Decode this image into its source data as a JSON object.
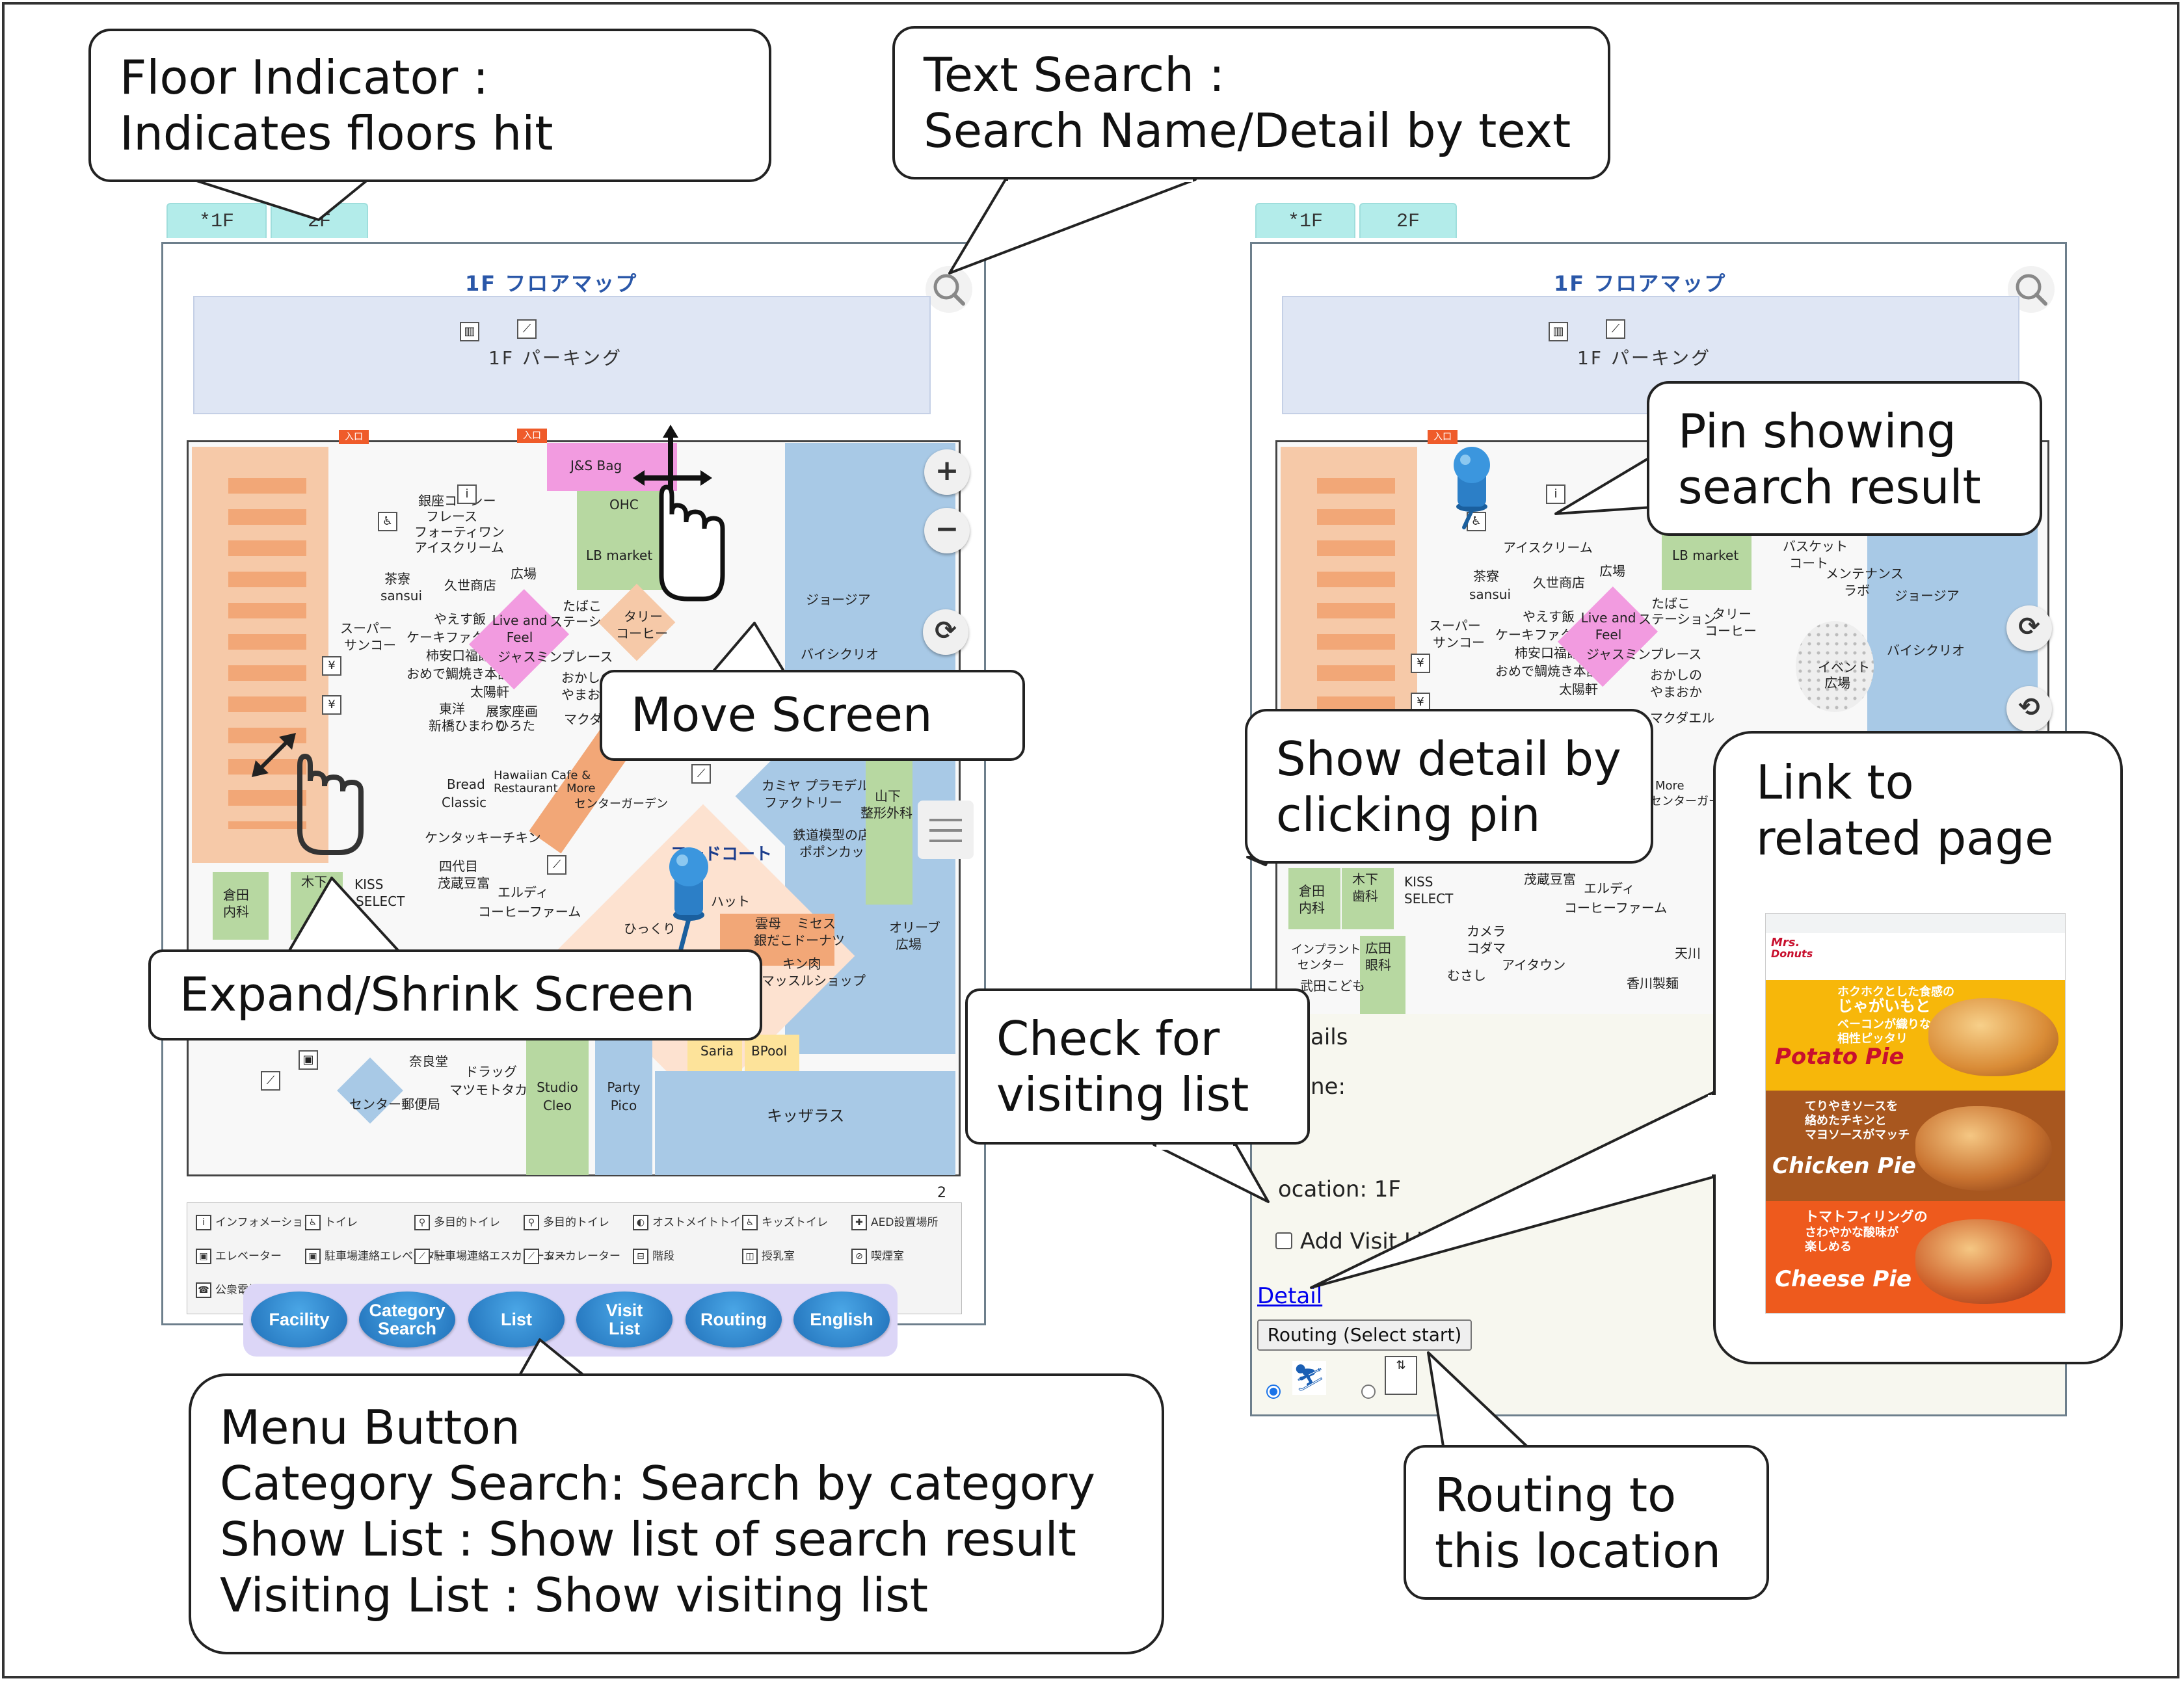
{
  "floor_tabs": [
    "*1F",
    "2F"
  ],
  "map": {
    "title": "1F フロアマップ",
    "parking_label": "1F パーキング",
    "entrance_label": "入口",
    "shops": {
      "js_bag": "J&S Bag",
      "ohc": "OHC",
      "lb_market": "LB market",
      "ginza_coffee": [
        "銀座コーシー",
        "フレース",
        "フォーティワン",
        "アイスクリーム"
      ],
      "sansui": [
        "茶寮",
        "sansui"
      ],
      "kuse": "久世商店",
      "hiroba": "広場",
      "yasuemi": "やえす飯",
      "cake_factory": "ケーキファクトリー",
      "kakiyasu": "柿安口福館",
      "omede": "おめで鯛焼き本舗",
      "taiyouken": "太陽軒",
      "tohyo": "東洋",
      "shinbashi": "新橋ひまわり",
      "tenshu": "展家座画",
      "hirota": "ひろた",
      "live_and_feel": [
        "Live and",
        "Feel"
      ],
      "jasmine": "ジャスミンプレース",
      "tabeko": [
        "たばこ",
        "ステーション"
      ],
      "tully": [
        "タリー",
        "コーヒー"
      ],
      "okashi": [
        "おかしの",
        "やまおか"
      ],
      "super": [
        "スーパー",
        "サンコー"
      ],
      "georgia": "ジョージア",
      "bicycle": "バイシクリオ",
      "mentenance": [
        "メンテナンス",
        "ラボ"
      ],
      "basket": [
        "バスケット",
        "コート"
      ],
      "bread_classic": [
        "Bread",
        "Classic"
      ],
      "hawaiian": [
        "Hawaiian Cafe &",
        "Restaurant"
      ],
      "more": "More",
      "center_garden": "センターガーデン",
      "kentucky": "ケンタッキーチキン",
      "shiyo": [
        "四代目",
        "茂蔵豆富"
      ],
      "eruditi": [
        "エルディ",
        "コーヒーファーム"
      ],
      "kamiya": [
        "カミヤ プラモデル",
        "ファクトリー"
      ],
      "tetsudo": [
        "鉄道模型の店",
        "ポポンカッタ"
      ],
      "yamashita": [
        "山下",
        "整形外科"
      ],
      "food_court": "フードコート",
      "pizza_hut": "ハット",
      "hyotto": "ひっくり",
      "kiku": [
        "雲母",
        "銀だこ"
      ],
      "mrs_donuts": [
        "ミセス",
        "ドーナツ"
      ],
      "kinniku": [
        "キン肉",
        "マッスルショップ"
      ],
      "olive": [
        "オリーブ",
        "広場"
      ],
      "kurata": [
        "倉田",
        "内科"
      ],
      "kishita": [
        "木下",
        "歯科"
      ],
      "kiss_select": [
        "KISS",
        "SELECT"
      ],
      "narayado": "奈良堂",
      "drug": [
        "ドラッグ",
        "マツモトタカシ"
      ],
      "studio_cleo": [
        "Studio",
        "Cleo"
      ],
      "party_pico": [
        "Party",
        "Pico"
      ],
      "saria": "Saria",
      "bpool": "BPool",
      "kizzarasu": "キッザラス",
      "post": "センター郵便局",
      "event": [
        "イベント",
        "広場"
      ],
      "maguda": "マクダエル",
      "camera": [
        "カメラ",
        "コダマ"
      ],
      "hiroda": [
        "広田",
        "眼科"
      ],
      "implant": [
        "インプラント",
        "センター"
      ],
      "takeda": "武田こども",
      "mushi": "むさし",
      "aitaun": "アイタウン",
      "tenkawa": "天川",
      "kagawa": "香川製麺"
    },
    "page_number": "2"
  },
  "legend": [
    [
      "インフォメーション",
      "トイレ",
      "多目的トイレ",
      "多目的トイレ",
      "オストメイトトイレ",
      "キッズトイレ",
      "AED設置場所"
    ],
    [
      "エレベーター",
      "駐車場連絡エレベーター",
      "駐車場連絡エスカレーター",
      "エスカレーター",
      "階段",
      "授乳室",
      "喫煙室"
    ],
    [
      "公衆電話"
    ]
  ],
  "menu": {
    "facility": "Facility",
    "category_search": [
      "Category",
      "Search"
    ],
    "list": "List",
    "visit_list": [
      "Visit",
      "List"
    ],
    "routing": "Routing",
    "english": "English"
  },
  "detail_panel": {
    "heading": "ails",
    "name_label": "ne:",
    "dash": "…",
    "location": "ocation: 1F",
    "add_visit": "Add Visit Li",
    "detail_link": "Detail",
    "routing_button": "Routing (Select start)"
  },
  "web_preview": {
    "brand": [
      "Mrs.",
      "Donuts"
    ],
    "items": [
      {
        "name": "Potato Pie",
        "jp": [
          "ホクホクとした食感の",
          "じゃがいもと",
          "ベーコンが織りなす",
          "相性ピッタリ"
        ]
      },
      {
        "name": "Chicken Pie",
        "jp": [
          "てりやきソースを",
          "絡めたチキンと",
          "マヨソースがマッチ"
        ]
      },
      {
        "name": "Cheese Pie",
        "jp": [
          "トマトフィリングの",
          "さわやかな酸味が",
          "楽しめる"
        ]
      }
    ]
  },
  "callouts": {
    "floor_indicator": [
      "Floor Indicator :",
      "Indicates floors hit"
    ],
    "text_search": [
      "Text Search :",
      "Search Name/Detail by text"
    ],
    "move_screen": "Move Screen",
    "expand_shrink": "Expand/Shrink Screen",
    "menu_button": [
      "Menu Button",
      "Category Search: Search by category",
      "Show List : Show list of search result",
      "Visiting List : Show visiting list"
    ],
    "pin": [
      "Pin showing",
      "search result"
    ],
    "show_detail": [
      "Show detail by",
      "clicking pin"
    ],
    "check_visit": [
      "Check for",
      "visiting list"
    ],
    "link_related": [
      "Link to",
      "related page"
    ],
    "routing": [
      "Routing to",
      "this location"
    ]
  },
  "colors": {
    "tab": "#b3ecea",
    "menu_button": "#2f86d0",
    "pin": "#2c7fc7",
    "map_blue": "#a8c9e6",
    "map_orange": "#f6c9a8",
    "map_green": "#b7d8a1",
    "map_pink": "#f29be0"
  }
}
